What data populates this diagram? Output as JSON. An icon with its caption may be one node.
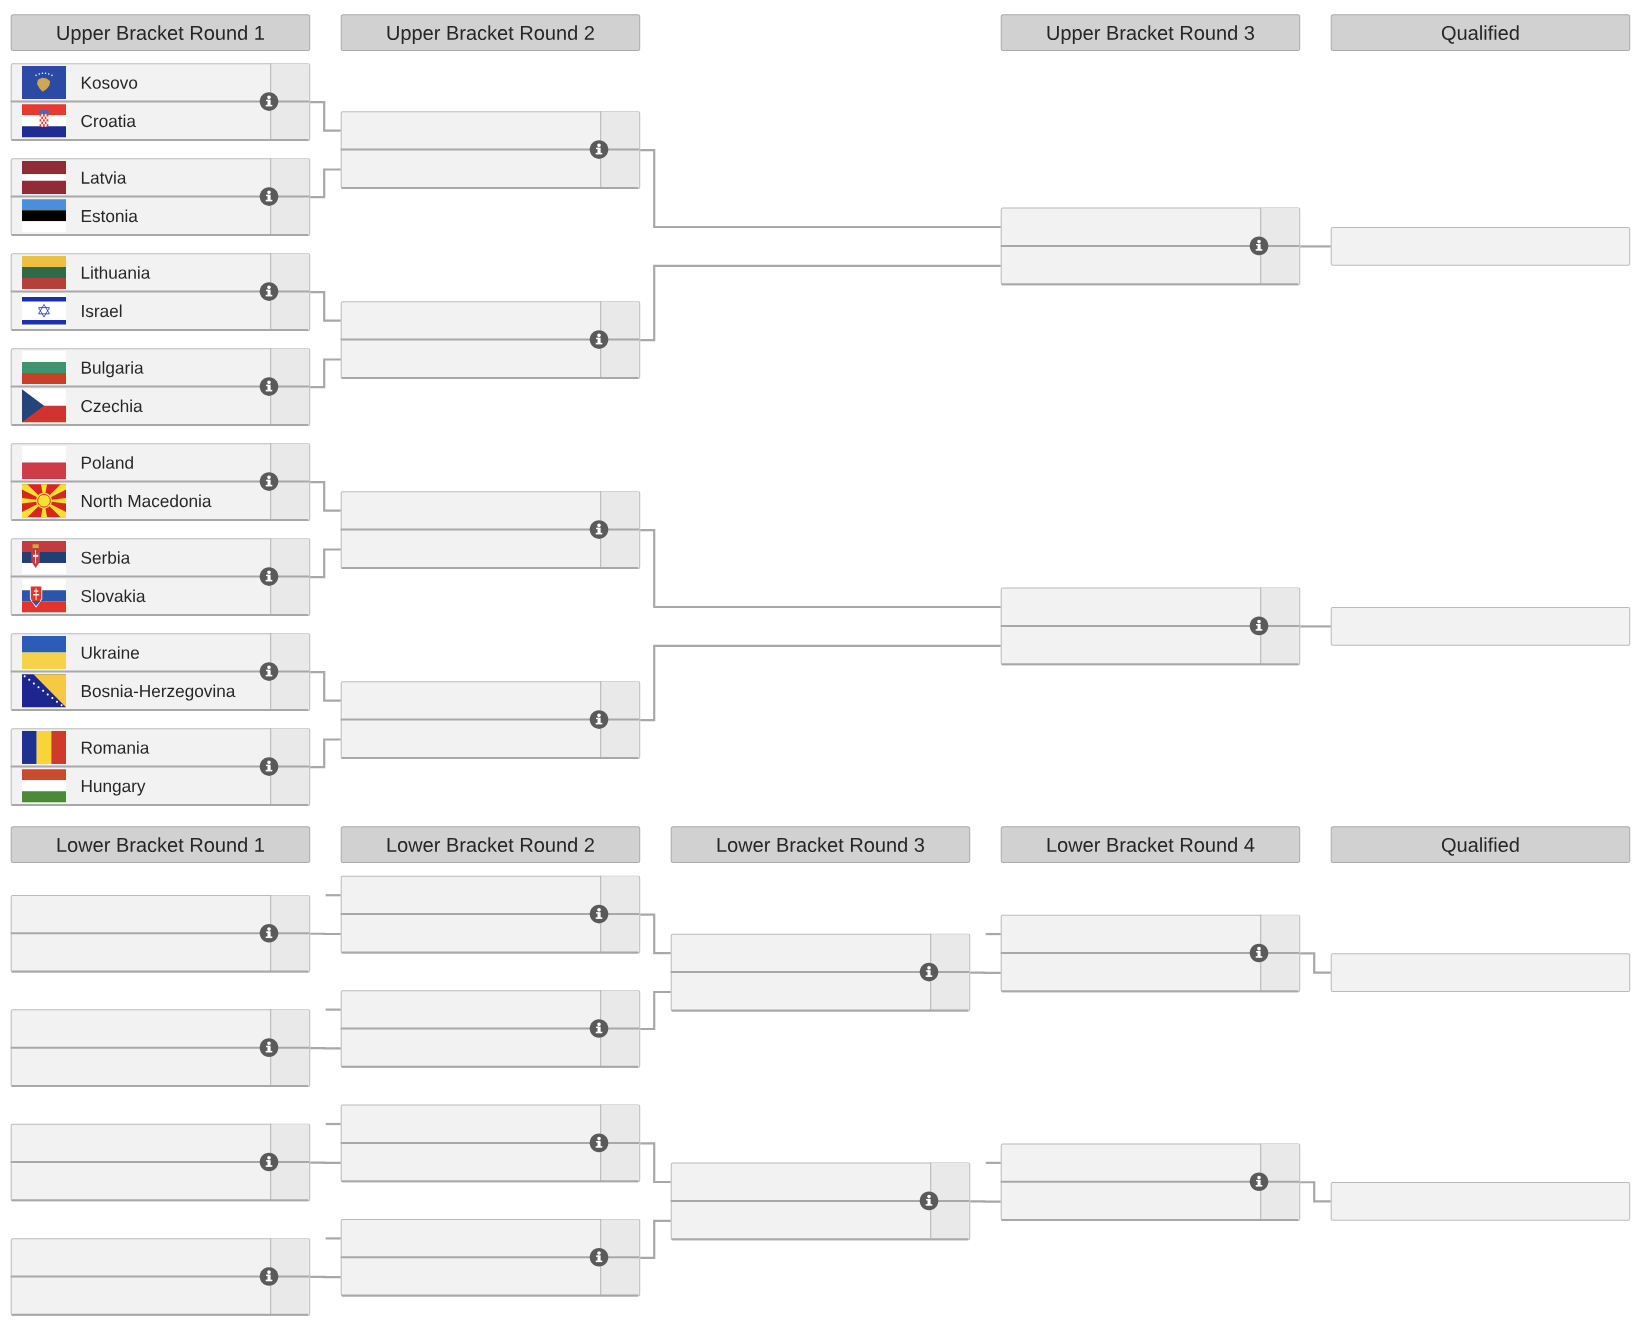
{
  "diagram": {
    "nodes": [
      {
        "text": [
          "Upper Bracket Round 1"
        ]
      },
      {
        "text": [
          "Upper Bracket Round 2"
        ]
      },
      {
        "text": [
          "Upper Bracket Round 3"
        ]
      },
      {
        "text": [
          "Qualified"
        ]
      },
      {
        "text": [
          "Kosovo",
          "Croatia"
        ]
      },
      {
        "text": [
          "Latvia",
          "Estonia"
        ]
      },
      {
        "text": [
          "Lithuania",
          "Israel"
        ]
      },
      {
        "text": [
          "Bulgaria",
          "Czechia"
        ]
      },
      {
        "text": [
          "Poland",
          "North Macedonia"
        ]
      },
      {
        "text": [
          "Serbia",
          "Slovakia"
        ]
      },
      {
        "text": [
          "Ukraine",
          "Bosnia-Herzegovina"
        ]
      },
      {
        "text": [
          "Romania",
          "Hungary"
        ]
      },
      {
        "text": [],
        "shape": "box"
      },
      {
        "text": [],
        "shape": "box"
      },
      {
        "text": [],
        "shape": "box"
      },
      {
        "text": [],
        "shape": "box"
      },
      {
        "text": [],
        "shape": "box"
      },
      {
        "text": [],
        "shape": "box"
      },
      {
        "text": [],
        "shape": "box"
      },
      {
        "text": [],
        "shape": "box"
      },
      {
        "text": [
          "Lower Bracket Round 1"
        ]
      },
      {
        "text": [
          "Lower Bracket Round 2"
        ]
      },
      {
        "text": [
          "Lower Bracket Round 3"
        ]
      },
      {
        "text": [
          "Lower Bracket Round 4"
        ]
      },
      {
        "text": [
          "Qualified"
        ]
      },
      {
        "text": [],
        "shape": "box"
      },
      {
        "text": [],
        "shape": "box"
      },
      {
        "text": [],
        "shape": "box"
      },
      {
        "text": [],
        "shape": "box"
      },
      {
        "text": [],
        "shape": "box"
      },
      {
        "text": [],
        "shape": "box"
      },
      {
        "text": [],
        "shape": "box"
      },
      {
        "text": [],
        "shape": "box"
      },
      {
        "text": [],
        "shape": "box"
      },
      {
        "text": [],
        "shape": "box"
      },
      {
        "text": [],
        "shape": "box"
      },
      {
        "text": [],
        "shape": "box"
      },
      {
        "text": [],
        "shape": "box"
      },
      {
        "text": [],
        "shape": "box"
      }
    ],
    "edges": [
      {
        "from": 4,
        "to": 12,
        "arrow": "none"
      },
      {
        "from": 5,
        "to": 12,
        "arrow": "none"
      },
      {
        "from": 6,
        "to": 13,
        "arrow": "none"
      },
      {
        "from": 7,
        "to": 13,
        "arrow": "none"
      },
      {
        "from": 8,
        "to": 14,
        "arrow": "none"
      },
      {
        "from": 9,
        "to": 14,
        "arrow": "none"
      },
      {
        "from": 10,
        "to": 15,
        "arrow": "none"
      },
      {
        "from": 11,
        "to": 15,
        "arrow": "none"
      },
      {
        "from": 12,
        "to": 16,
        "arrow": "none"
      },
      {
        "from": 13,
        "to": 16,
        "arrow": "none"
      },
      {
        "from": 14,
        "to": 17,
        "arrow": "none"
      },
      {
        "from": 15,
        "to": 17,
        "arrow": "none"
      },
      {
        "from": 16,
        "to": 18,
        "arrow": "none"
      },
      {
        "from": 17,
        "to": 19,
        "arrow": "none"
      },
      {
        "from": null,
        "to": 29,
        "arrow": "none"
      },
      {
        "from": 25,
        "to": 29,
        "arrow": "none"
      },
      {
        "from": null,
        "to": 30,
        "arrow": "none"
      },
      {
        "from": 26,
        "to": 30,
        "arrow": "none"
      },
      {
        "from": null,
        "to": 31,
        "arrow": "none"
      },
      {
        "from": 27,
        "to": 31,
        "arrow": "none"
      },
      {
        "from": null,
        "to": 32,
        "arrow": "none"
      },
      {
        "from": 28,
        "to": 32,
        "arrow": "none"
      },
      {
        "from": 29,
        "to": 33,
        "arrow": "none"
      },
      {
        "from": 30,
        "to": 33,
        "arrow": "none"
      },
      {
        "from": 31,
        "to": 34,
        "arrow": "none"
      },
      {
        "from": 32,
        "to": 34,
        "arrow": "none"
      },
      {
        "from": null,
        "to": 35,
        "arrow": "none"
      },
      {
        "from": 33,
        "to": 35,
        "arrow": "none"
      },
      {
        "from": null,
        "to": 36,
        "arrow": "none"
      },
      {
        "from": 34,
        "to": 36,
        "arrow": "none"
      },
      {
        "from": 35,
        "to": 37,
        "arrow": "none"
      },
      {
        "from": 36,
        "to": 38,
        "arrow": "none"
      }
    ]
  }
}
